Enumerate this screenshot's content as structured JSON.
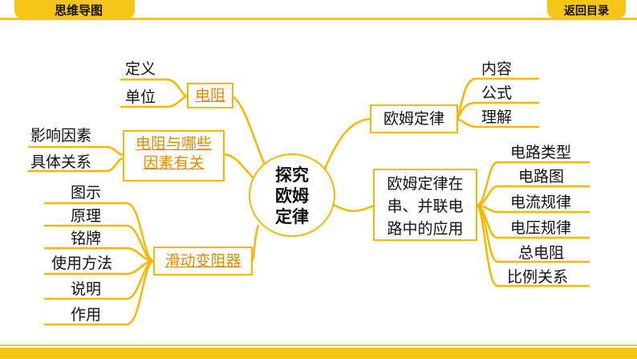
{
  "header": {
    "title": "思维导图",
    "back_button": "返回目录"
  },
  "mindmap": {
    "center": [
      "探究",
      "欧姆",
      "定律"
    ],
    "left": {
      "resistance": {
        "label": "电阻",
        "children": [
          "定义",
          "单位"
        ]
      },
      "factors": {
        "label_line1": "电阻与哪些",
        "label_line2": "因素有关",
        "children": [
          "影响因素",
          "具体关系"
        ]
      },
      "rheostat": {
        "label": "滑动变阻器",
        "children": [
          "图示",
          "原理",
          "铭牌",
          "使用方法",
          "说明",
          "作用"
        ]
      }
    },
    "right": {
      "ohm_law": {
        "label": "欧姆定律",
        "children": [
          "内容",
          "公式",
          "理解"
        ]
      },
      "application": {
        "label_lines": [
          "欧姆定律在",
          "串、并联电",
          "路中的应用"
        ],
        "children": [
          "电路类型",
          "电路图",
          "电流规律",
          "电压规律",
          "总电阻",
          "比例关系"
        ]
      }
    }
  },
  "colors": {
    "accent": "#f5c518",
    "branch": "#f5b700",
    "highlight_text": "#e38a00"
  }
}
